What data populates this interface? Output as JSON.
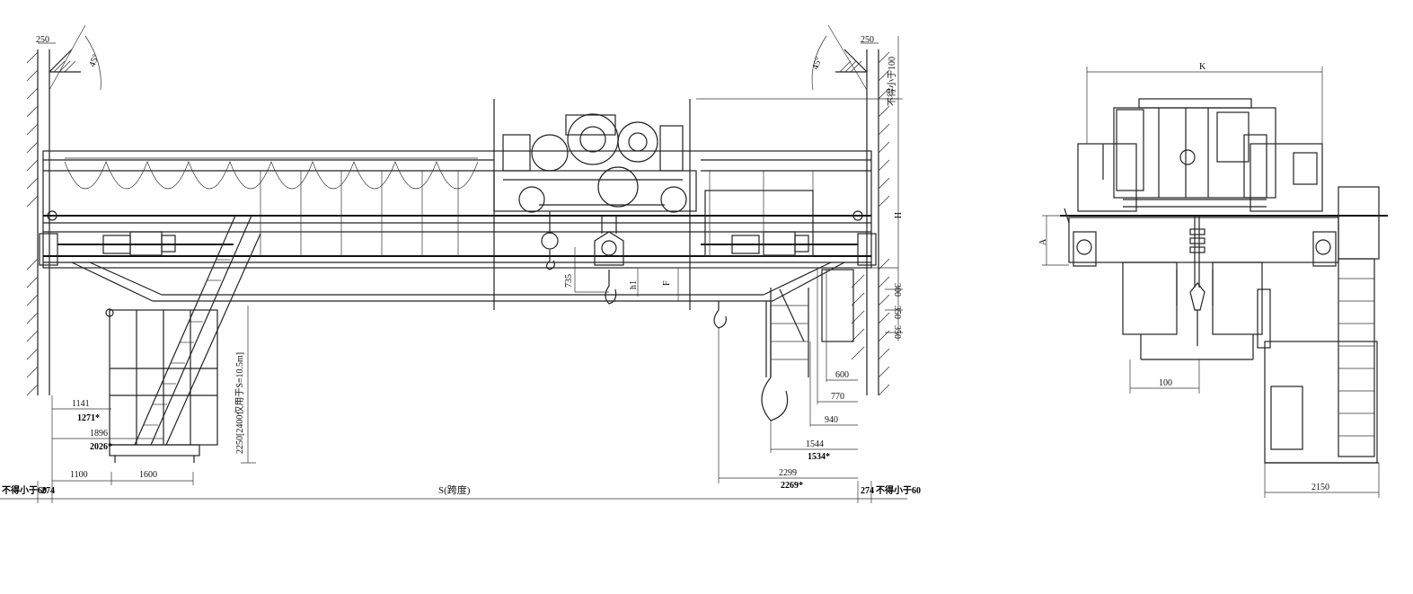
{
  "dimensions": {
    "wall_left": "250",
    "wall_right": "250",
    "angle_left": "45°",
    "angle_right": "45°",
    "clearance_top": "不得小于100",
    "d735": "735",
    "h1": "h1",
    "F": "F",
    "H": "H",
    "ladder_clear": "2250[2400仅用于S≡10.5m]",
    "d1141": "1141",
    "d1271": "1271*",
    "d1896": "1896",
    "d2026": "2026*",
    "d1100": "1100",
    "d1600": "1600",
    "d600": "600",
    "d770": "770",
    "d940": "940",
    "d1544": "1544",
    "d1534": "1534*",
    "d2299": "2299",
    "d2269": "2269*",
    "span": "S(跨度)",
    "end_left": "274",
    "end_right": "274",
    "min60_left": "不得小于60",
    "min60_right": "不得小于60",
    "right_vert_1": "300",
    "right_vert_2": "350",
    "right_vert_3": "350",
    "K": "K",
    "A": "A",
    "d100": "100",
    "d2150": "2150"
  }
}
